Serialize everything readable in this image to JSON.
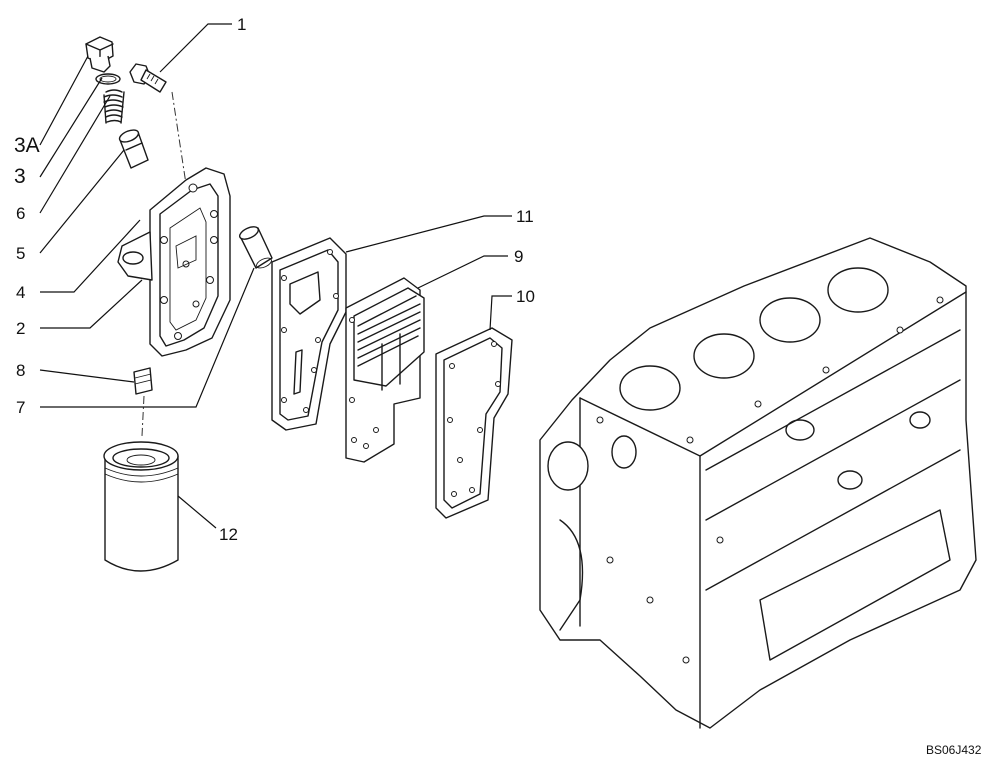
{
  "callouts": [
    {
      "id": "c1",
      "label": "1"
    },
    {
      "id": "c3a",
      "label": "3A"
    },
    {
      "id": "c3",
      "label": "3"
    },
    {
      "id": "c6",
      "label": "6"
    },
    {
      "id": "c5",
      "label": "5"
    },
    {
      "id": "c4",
      "label": "4"
    },
    {
      "id": "c2",
      "label": "2"
    },
    {
      "id": "c8",
      "label": "8"
    },
    {
      "id": "c7",
      "label": "7"
    },
    {
      "id": "c11",
      "label": "11"
    },
    {
      "id": "c9",
      "label": "9"
    },
    {
      "id": "c10",
      "label": "10"
    },
    {
      "id": "c12",
      "label": "12"
    }
  ],
  "reference_code": "BS06J432"
}
